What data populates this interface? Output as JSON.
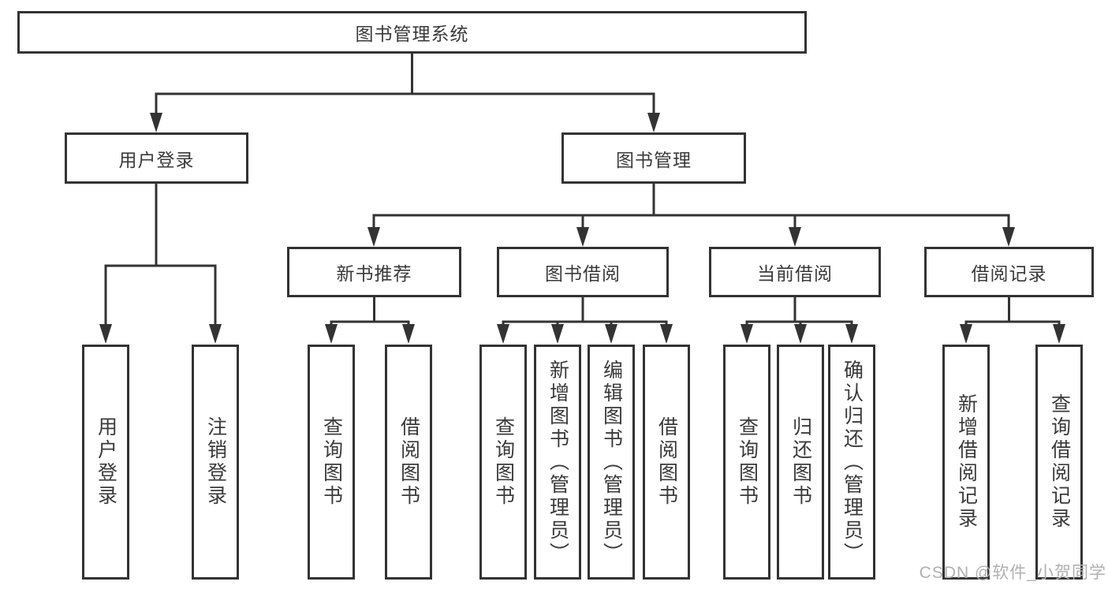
{
  "diagram": {
    "title": "图书管理系统",
    "root": {
      "label": "图书管理系统"
    },
    "level2": [
      {
        "label": "用户登录"
      },
      {
        "label": "图书管理"
      }
    ],
    "level3": [
      {
        "label": "新书推荐",
        "parent": "图书管理"
      },
      {
        "label": "图书借阅",
        "parent": "图书管理"
      },
      {
        "label": "当前借阅",
        "parent": "图书管理"
      },
      {
        "label": "借阅记录",
        "parent": "图书管理"
      }
    ],
    "leaves": [
      {
        "label": "用户登录",
        "parent": "用户登录"
      },
      {
        "label": "注销登录",
        "parent": "用户登录"
      },
      {
        "label": "查询图书",
        "parent": "新书推荐"
      },
      {
        "label": "借阅图书",
        "parent": "新书推荐"
      },
      {
        "label": "查询图书",
        "parent": "图书借阅"
      },
      {
        "label": "新增图书（管理员）",
        "parent": "图书借阅"
      },
      {
        "label": "编辑图书（管理员）",
        "parent": "图书借阅"
      },
      {
        "label": "借阅图书",
        "parent": "图书借阅"
      },
      {
        "label": "查询图书",
        "parent": "当前借阅"
      },
      {
        "label": "归还图书",
        "parent": "当前借阅"
      },
      {
        "label": "确认归还（管理员）",
        "parent": "当前借阅"
      },
      {
        "label": "新增借阅记录",
        "parent": "借阅记录"
      },
      {
        "label": "查询借阅记录",
        "parent": "借阅记录"
      }
    ]
  },
  "watermark": {
    "text": "CSDN @软件_小贺同学"
  },
  "colors": {
    "line": "#333333",
    "text": "#3a3a3a",
    "background": "#ffffff",
    "watermark": "#b0b0b0"
  }
}
